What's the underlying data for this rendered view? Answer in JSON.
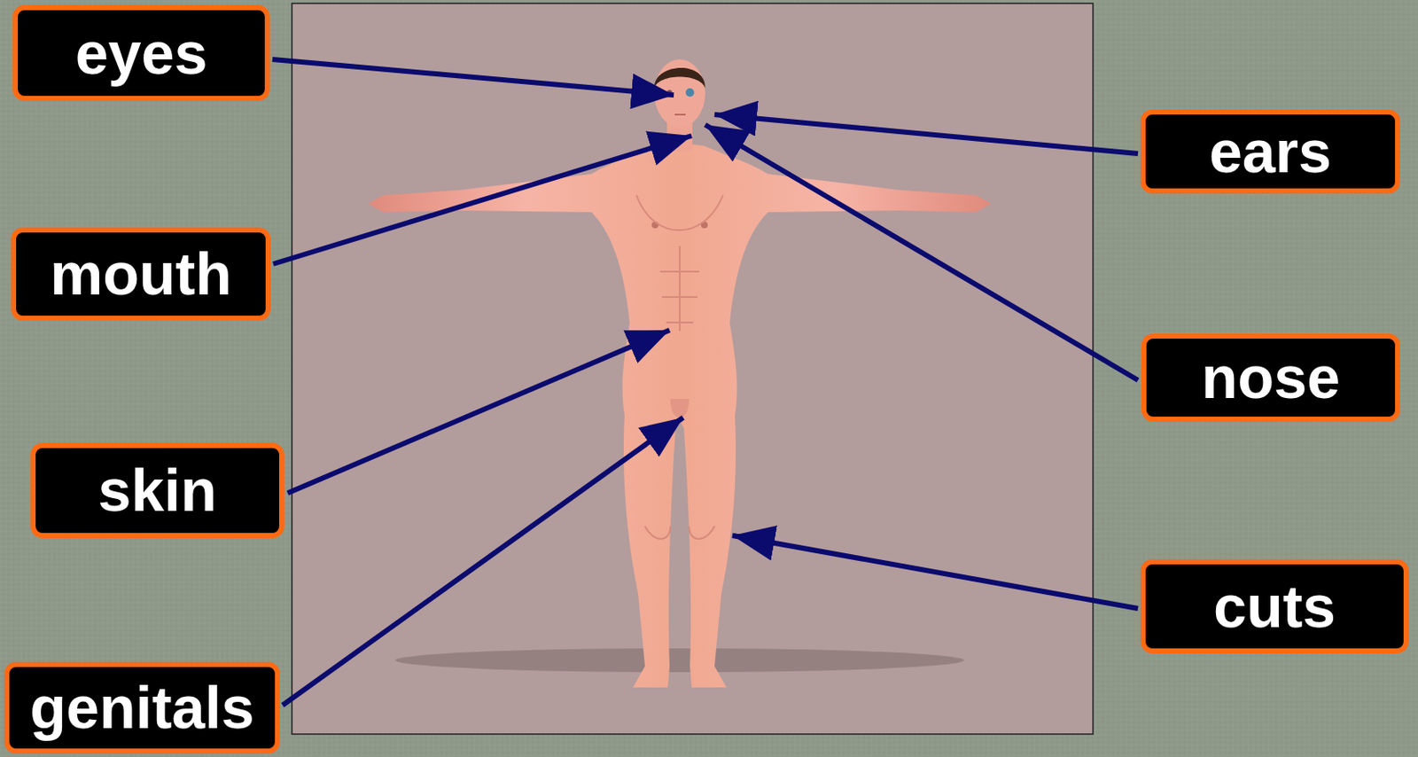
{
  "diagram": {
    "nodes": [
      {
        "text": [
          "eyes"
        ]
      },
      {
        "text": [
          "ears"
        ]
      },
      {
        "text": [
          "mouth"
        ]
      },
      {
        "text": [
          "nose"
        ]
      },
      {
        "text": [
          "skin"
        ]
      },
      {
        "text": [
          "cuts"
        ]
      },
      {
        "text": [
          "genitals"
        ]
      }
    ],
    "edges": []
  }
}
